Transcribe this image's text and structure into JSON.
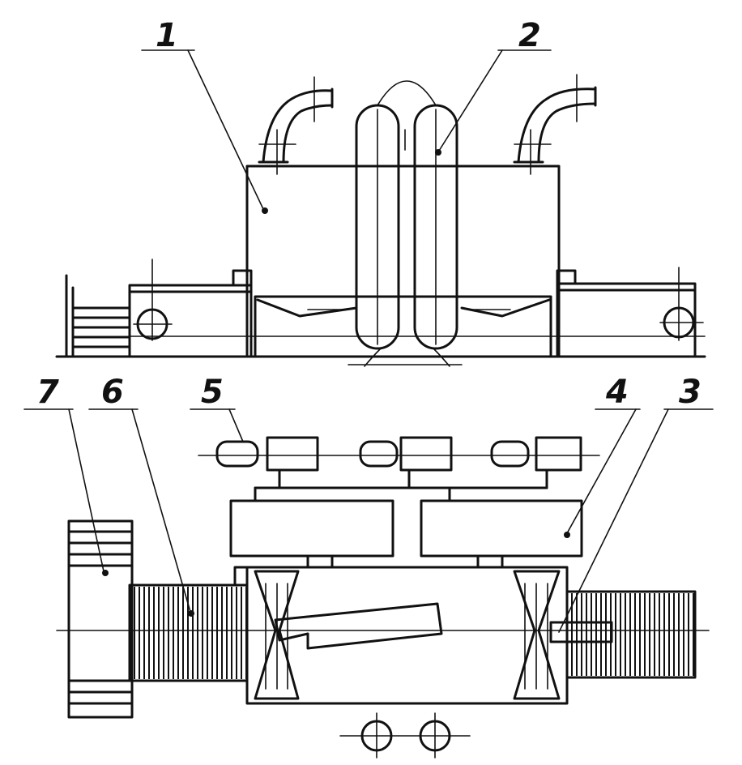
{
  "figure": {
    "callouts": [
      {
        "id": "callout-1",
        "label": "1"
      },
      {
        "id": "callout-2",
        "label": "2"
      },
      {
        "id": "callout-3",
        "label": "3"
      },
      {
        "id": "callout-4",
        "label": "4"
      },
      {
        "id": "callout-5",
        "label": "5"
      },
      {
        "id": "callout-6",
        "label": "6"
      },
      {
        "id": "callout-7",
        "label": "7"
      }
    ]
  }
}
